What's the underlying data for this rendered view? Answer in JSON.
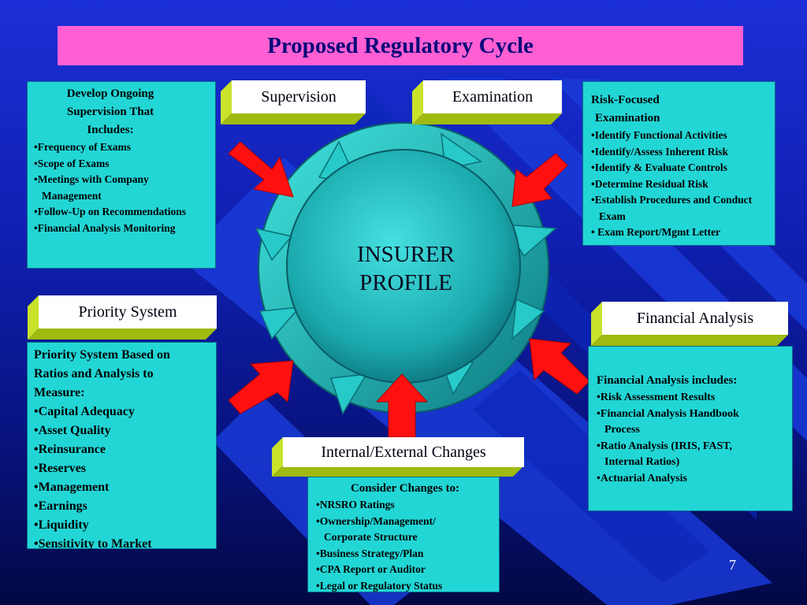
{
  "title": "Proposed Regulatory Cycle",
  "center": {
    "line1": "INSURER",
    "line2": "PROFILE"
  },
  "labels": {
    "supervision": "Supervision",
    "examination": "Examination",
    "priority": "Priority System",
    "financial": "Financial Analysis",
    "changes": "Internal/External Changes"
  },
  "supervision_box": {
    "header": [
      "Develop Ongoing",
      "Supervision That",
      "Includes:"
    ],
    "items": [
      "Frequency of Exams",
      "Scope of Exams",
      "Meetings with Company Management",
      "Follow-Up on Recommendations",
      "Financial Analysis Monitoring"
    ]
  },
  "examination_box": {
    "header": [
      "Risk-Focused",
      "Examination"
    ],
    "items": [
      "Identify Functional Activities",
      "Identify/Assess Inherent Risk",
      "Identify & Evaluate Controls",
      "Determine Residual Risk",
      "Establish Procedures and Conduct Exam",
      " Exam Report/Mgmt Letter"
    ]
  },
  "priority_box": {
    "header": [
      "Priority System Based on",
      "Ratios and Analysis to",
      "Measure:"
    ],
    "items": [
      "Capital Adequacy",
      "Asset Quality",
      "Reinsurance",
      "Reserves",
      "Management",
      "Earnings",
      "Liquidity",
      "Sensitivity to Market"
    ]
  },
  "financial_box": {
    "header": "Financial Analysis includes:",
    "items": [
      "Risk Assessment Results",
      "Financial Analysis Handbook Process",
      "Ratio Analysis (IRIS, FAST, Internal Ratios)",
      "Actuarial Analysis"
    ]
  },
  "changes_box": {
    "header": "Consider Changes to:",
    "items": [
      "NRSRO Ratings",
      "Ownership/Management/ Corporate Structure",
      "Business Strategy/Plan",
      "CPA Report or Auditor",
      "Legal or Regulatory Status"
    ]
  },
  "page_number": "7",
  "colors": {
    "title_bg": "#ff5fd2",
    "box_bg": "#22d6d6",
    "arrow": "#ff1010",
    "label_side": "#c7e027"
  }
}
